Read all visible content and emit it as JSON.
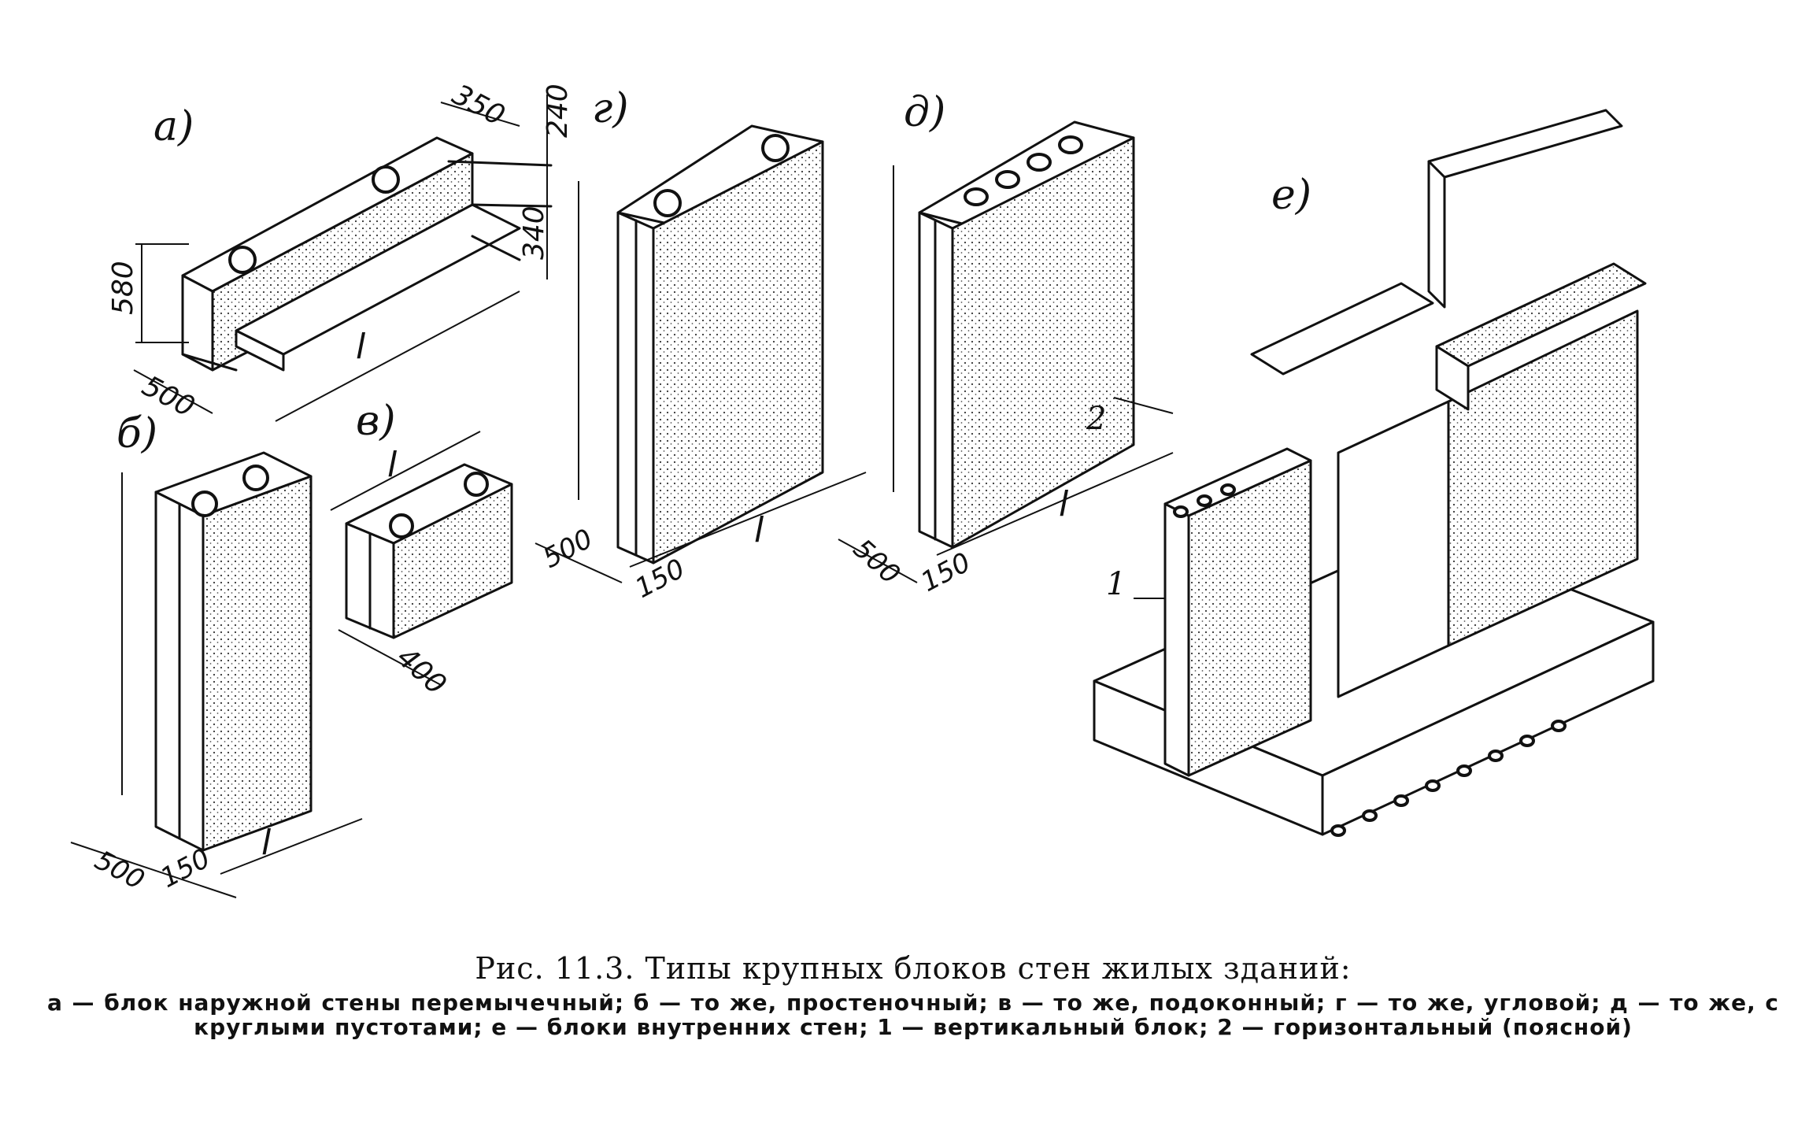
{
  "panels": {
    "a": "а)",
    "b": "б)",
    "v": "в)",
    "g": "г)",
    "d": "д)",
    "e": "е)"
  },
  "dims": {
    "a_580": "580",
    "a_500": "500",
    "a_350": "350",
    "a_240": "240",
    "a_340": "340",
    "a_l": "l",
    "b_500": "500",
    "b_150": "150",
    "b_l": "l",
    "v_l": "l",
    "v_400": "400",
    "g_500": "500",
    "g_150": "150",
    "g_l": "l",
    "d_500": "500",
    "d_150": "150",
    "d_l": "l"
  },
  "callouts": {
    "one": "1",
    "two": "2"
  },
  "caption": {
    "title": "Рис. 11.3. Типы крупных блоков стен жилых зданий:",
    "body": "а — блок наружной стены перемычечный; б — то же, простеночный; в — то же, подоконный; г — то же, угловой; д — то же, с круглыми пустотами; е — блоки внутренних стен; 1 — вертикальный блок; 2 — горизонтальный (поясной)"
  }
}
